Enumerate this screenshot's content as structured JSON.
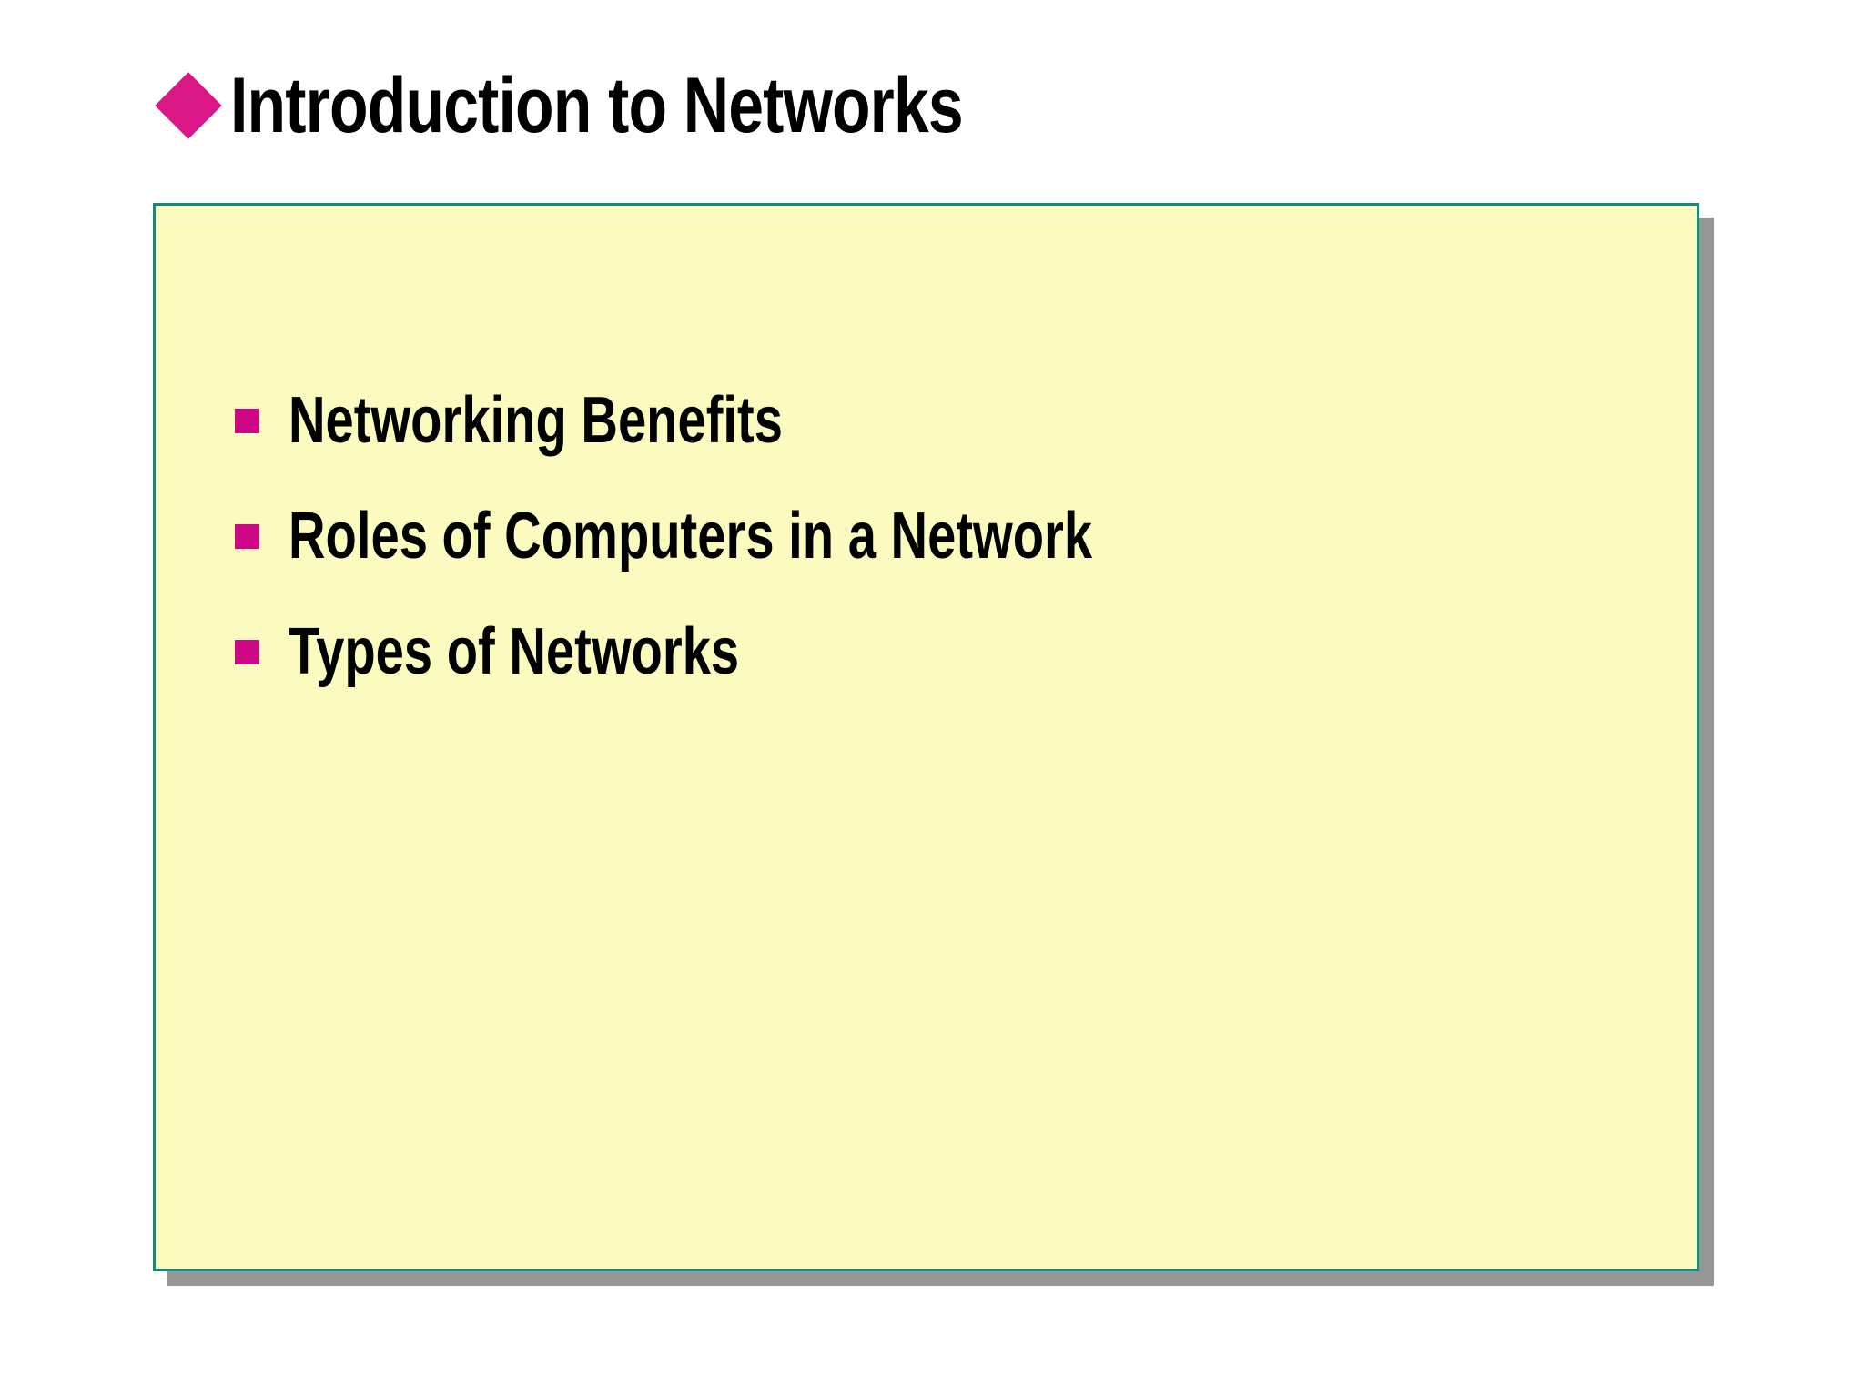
{
  "slide": {
    "title": "Introduction to Networks",
    "bullets": [
      {
        "label": "Networking Benefits"
      },
      {
        "label": "Roles of Computers in a Network"
      },
      {
        "label": "Types of Networks"
      }
    ]
  },
  "icons": {
    "title_bullet": "diamond-icon",
    "list_bullet": "square-bullet-icon"
  },
  "colors": {
    "background": "#FFFFFF",
    "title_text": "#000000",
    "bullet_text": "#000000",
    "diamond": "#DB1787",
    "square_bullet": "#CE0884",
    "box_fill": "#FBFBC0",
    "box_border": "#108C7E",
    "box_shadow": "#969696"
  }
}
